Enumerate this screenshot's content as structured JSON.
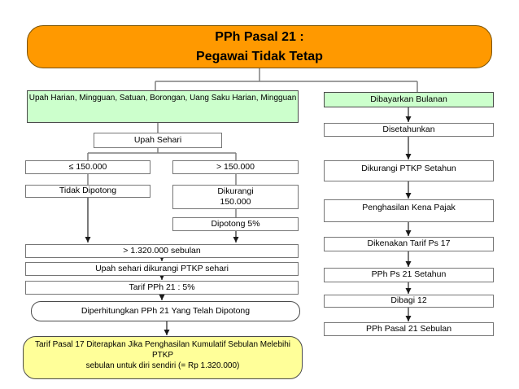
{
  "colors": {
    "title_bg": "#FF9900",
    "branch_header_bg": "#CCFFCC",
    "note_bg": "#FFFF99",
    "box_bg": "#FFFFFF",
    "line": "#7F7F7F",
    "arrow": "#1A1A1A"
  },
  "title": {
    "text": "PPh Pasal 21 :\nPegawai Tidak Tetap"
  },
  "left_branch": {
    "header": "Upah Harian, Mingguan, Satuan, Borongan, Uang Saku Harian, Mingguan",
    "upah_sehari": "Upah Sehari",
    "le_150000": "≤ 150.000",
    "gt_150000": "> 150.000",
    "tidak_dipotong": "Tidak Dipotong",
    "dikurangi_150000": "Dikurangi\n150.000",
    "dipotong_5pct": "Dipotong 5%",
    "gt_1320000_sebulan": "> 1.320.000 sebulan",
    "upah_dikurangi_ptkp": "Upah sehari dikurangi PTKP sehari",
    "tarif_pph21": "Tarif PPh 21 : 5%",
    "diperhitungkan": "Diperhitungkan PPh 21 Yang Telah Dipotong",
    "note": "Tarif Pasal 17 Diterapkan Jika Penghasilan Kumulatif Sebulan Melebihi PTKP\nsebulan untuk diri sendiri (= Rp 1.320.000)"
  },
  "right_branch": {
    "header": "Dibayarkan Bulanan",
    "steps": [
      "Disetahunkan",
      "Dikurangi PTKP Setahun",
      "Penghasilan Kena Pajak",
      "Dikenakan Tarif Ps 17",
      "PPh Ps 21 Setahun",
      "Dibagi 12",
      "PPh Pasal 21 Sebulan"
    ]
  }
}
